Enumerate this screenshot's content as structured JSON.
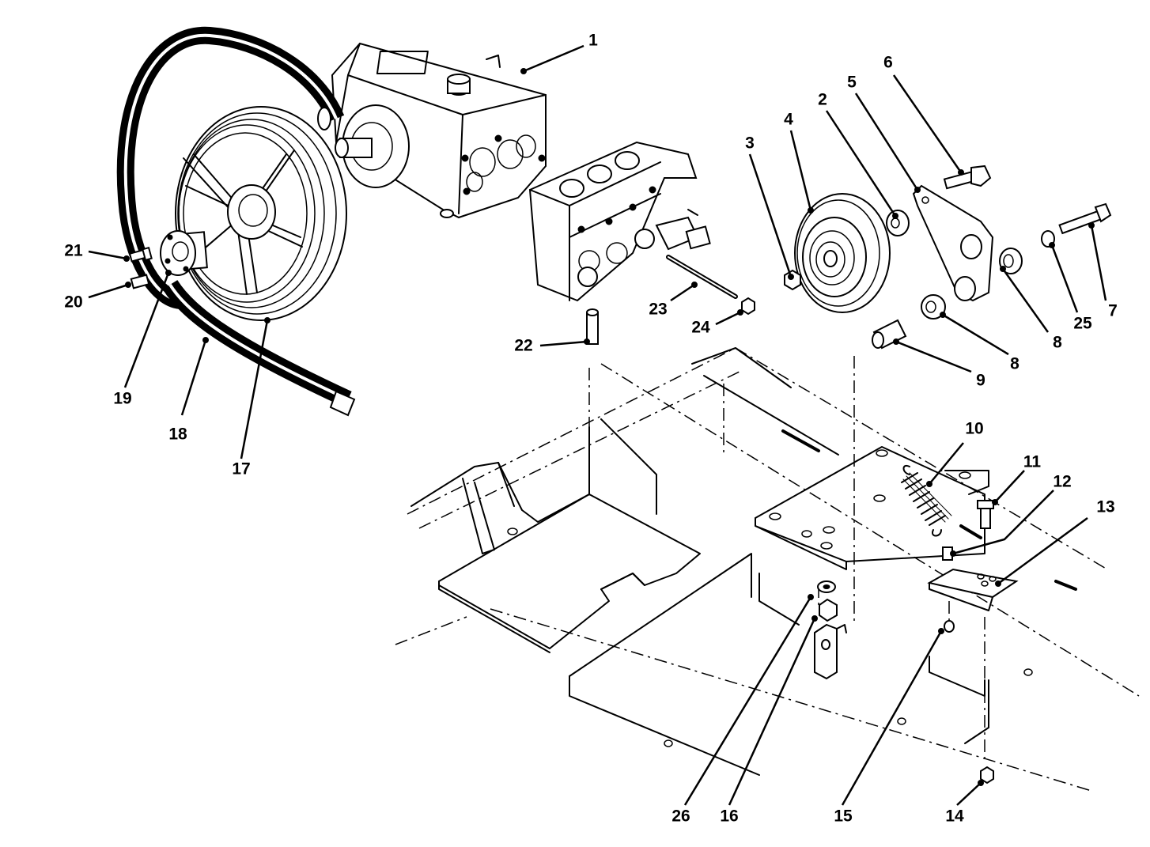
{
  "diagram": {
    "callouts": [
      "1",
      "2",
      "3",
      "4",
      "5",
      "6",
      "7",
      "8",
      "8",
      "9",
      "10",
      "11",
      "12",
      "13",
      "14",
      "15",
      "16",
      "17",
      "18",
      "19",
      "20",
      "21",
      "22",
      "23",
      "24",
      "25",
      "26"
    ]
  }
}
